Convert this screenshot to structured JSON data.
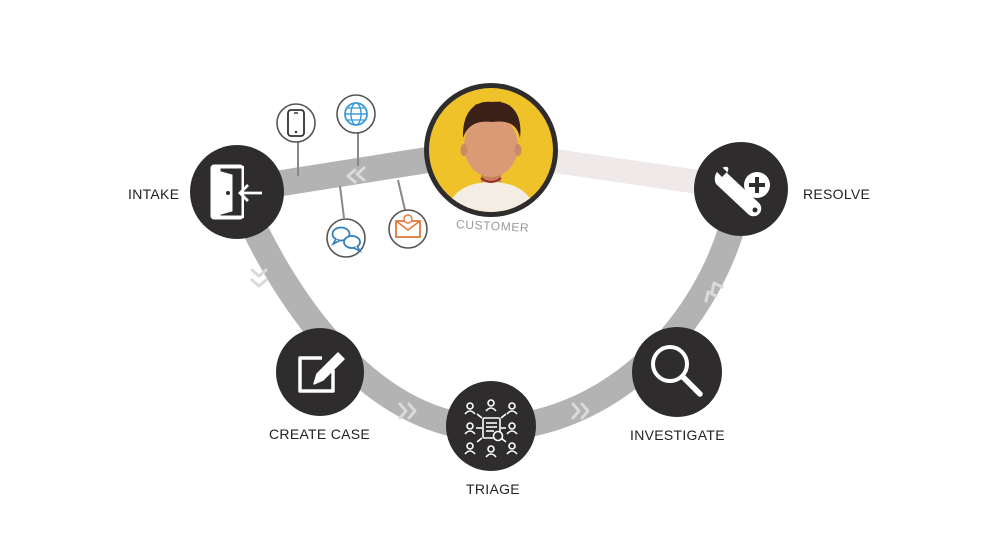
{
  "customer": {
    "label": "CUSTOMER",
    "icon": "customer-avatar-icon",
    "background_color": "#F0C22A"
  },
  "steps": [
    {
      "id": "intake",
      "label": "INTAKE",
      "icon": "door-enter-icon"
    },
    {
      "id": "create-case",
      "label": "CREATE CASE",
      "icon": "edit-square-icon"
    },
    {
      "id": "triage",
      "label": "TRIAGE",
      "icon": "network-people-icon"
    },
    {
      "id": "investigate",
      "label": "INVESTIGATE",
      "icon": "magnifier-icon"
    },
    {
      "id": "resolve",
      "label": "RESOLVE",
      "icon": "wrench-plus-icon"
    }
  ],
  "intake_channels": [
    {
      "id": "phone",
      "icon": "mobile-phone-icon"
    },
    {
      "id": "web",
      "icon": "globe-icon",
      "color": "#3A9AD9"
    },
    {
      "id": "chat",
      "icon": "chat-bubbles-icon",
      "color": "#2F7FC1"
    },
    {
      "id": "email",
      "icon": "envelope-icon",
      "color": "#E07B39"
    }
  ],
  "colors": {
    "node_fill": "#2E2C2D",
    "path_gray": "#B3B3B3",
    "path_faded": "#EFE9EA",
    "customer_yellow": "#F0C22A"
  }
}
